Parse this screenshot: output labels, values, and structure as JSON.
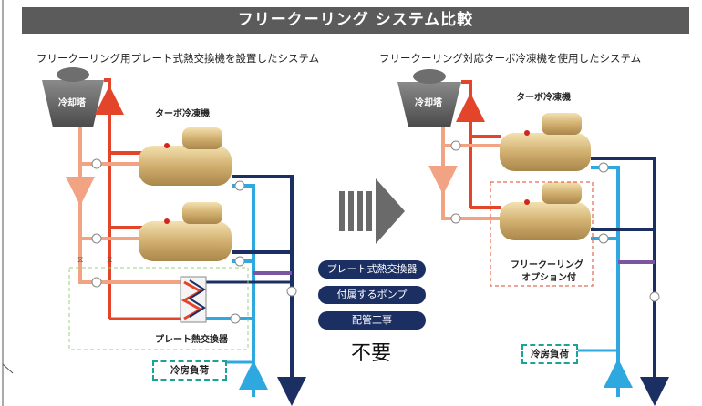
{
  "title": "フリークーリング システム比較",
  "left_system": {
    "heading": "フリークーリング用プレート式熱交換機を設置したシステム",
    "tower_label": "冷却塔",
    "chiller_label": "ターボ冷凍機",
    "hx_label": "プレート熱交換器",
    "load_label": "冷房負荷"
  },
  "right_system": {
    "heading": "フリークーリング対応ターボ冷凍機を使用したシステム",
    "tower_label": "冷却塔",
    "chiller_label": "ターボ冷凍機",
    "option_label_line1": "フリークーリング",
    "option_label_line2": "オプション付",
    "load_label": "冷房負荷"
  },
  "middle": {
    "items": [
      "プレート式熱交換器",
      "付属するポンプ",
      "配管工事"
    ],
    "conclusion": "不要"
  },
  "colors": {
    "title_bg": "#5b5b5b",
    "hot_water": "#e2452a",
    "cool_water": "#f2a384",
    "chilled_supply": "#2fa8e0",
    "chilled_return": "#1b2f63",
    "bypass": "#7a55a0",
    "pill_bg": "#1b2f63",
    "load_border": "#1aa396"
  }
}
